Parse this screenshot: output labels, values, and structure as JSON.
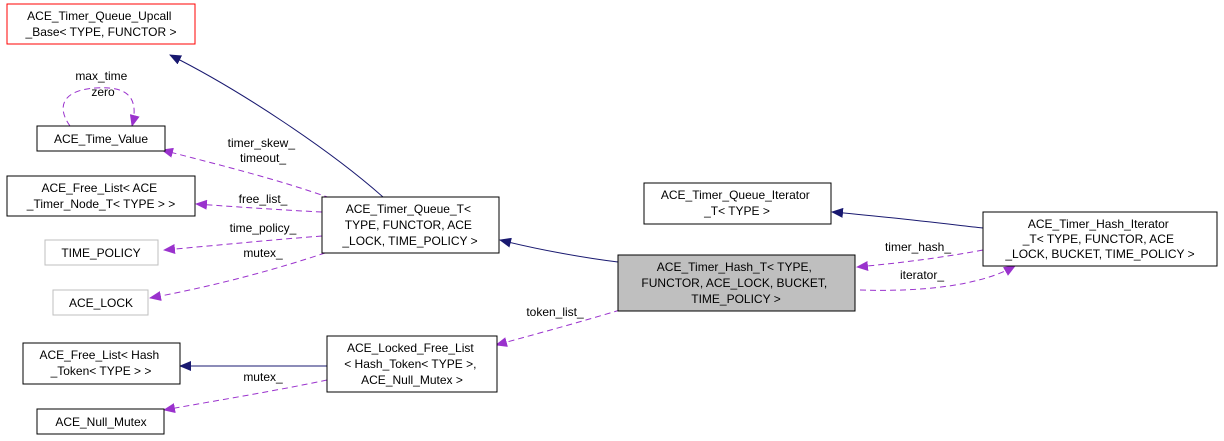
{
  "diagram": {
    "colors": {
      "node_border": "#000000",
      "focus_border_red": "#ff0000",
      "external_border_gray": "#bfbfbf",
      "focus_fill": "#bfbfbf",
      "inheritance_edge": "#191970",
      "usage_edge": "#9a32cd"
    },
    "nodes": {
      "upcall_base": [
        "ACE_Timer_Queue_Upcall",
        "_Base< TYPE, FUNCTOR >"
      ],
      "time_value": [
        "ACE_Time_Value"
      ],
      "free_list_node": [
        "ACE_Free_List< ACE",
        "_Timer_Node_T< TYPE > >"
      ],
      "time_policy": [
        "TIME_POLICY"
      ],
      "ace_lock": [
        "ACE_LOCK"
      ],
      "timer_queue_t": [
        "ACE_Timer_Queue_T<",
        "TYPE, FUNCTOR, ACE",
        "_LOCK, TIME_POLICY >"
      ],
      "queue_iterator": [
        "ACE_Timer_Queue_Iterator",
        "_T< TYPE >"
      ],
      "hash_iterator": [
        "ACE_Timer_Hash_Iterator",
        "_T< TYPE, FUNCTOR, ACE",
        "_LOCK, BUCKET, TIME_POLICY >"
      ],
      "timer_hash_t": [
        "ACE_Timer_Hash_T< TYPE,",
        "FUNCTOR, ACE_LOCK, BUCKET,",
        "TIME_POLICY >"
      ],
      "free_list_hash": [
        "ACE_Free_List< Hash",
        "_Token< TYPE > >"
      ],
      "locked_free_list": [
        "ACE_Locked_Free_List",
        "< Hash_Token< TYPE >,",
        "ACE_Null_Mutex >"
      ],
      "null_mutex": [
        "ACE_Null_Mutex"
      ]
    },
    "edge_labels": {
      "max_time_zero": [
        "max_time",
        "zero"
      ],
      "timer_skew_timeout": [
        "timer_skew_",
        "timeout_"
      ],
      "free_list": [
        "free_list_"
      ],
      "time_policy_member": [
        "time_policy_"
      ],
      "mutex_lock": [
        "mutex_"
      ],
      "token_list": [
        "token_list_"
      ],
      "timer_hash": [
        "timer_hash_"
      ],
      "iterator": [
        "iterator_"
      ],
      "mutex_null": [
        "mutex_"
      ]
    }
  }
}
